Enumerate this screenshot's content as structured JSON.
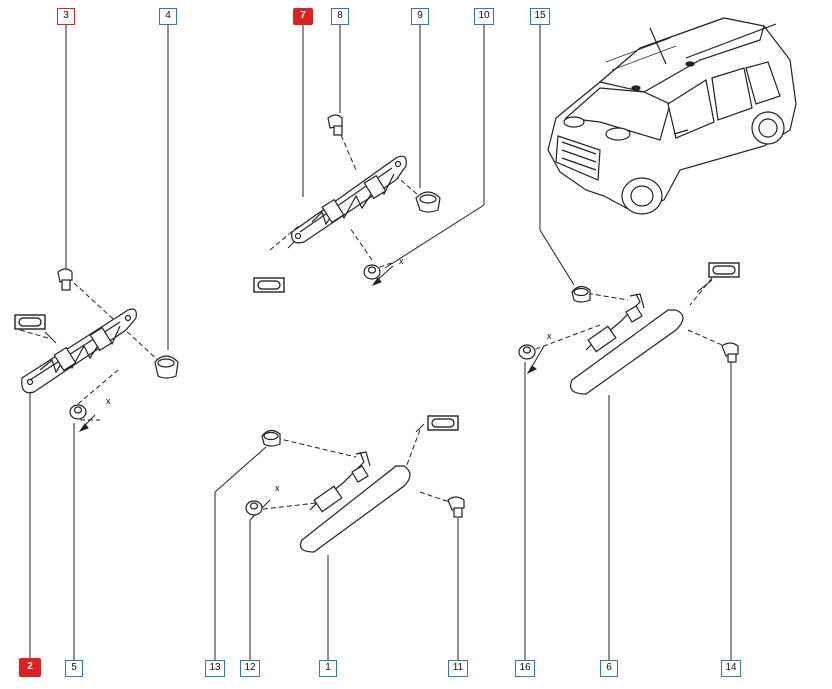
{
  "callouts": [
    {
      "id": "c3",
      "label": "3",
      "style": "red-outline"
    },
    {
      "id": "c4",
      "label": "4",
      "style": "blue"
    },
    {
      "id": "c7",
      "label": "7",
      "style": "red-fill"
    },
    {
      "id": "c8",
      "label": "8",
      "style": "blue"
    },
    {
      "id": "c9",
      "label": "9",
      "style": "blue"
    },
    {
      "id": "c10",
      "label": "10",
      "style": "blue"
    },
    {
      "id": "c15",
      "label": "15",
      "style": "blue"
    },
    {
      "id": "c2",
      "label": "2",
      "style": "red-fill"
    },
    {
      "id": "c5",
      "label": "5",
      "style": "blue"
    },
    {
      "id": "c13",
      "label": "13",
      "style": "blue"
    },
    {
      "id": "c12",
      "label": "12",
      "style": "blue"
    },
    {
      "id": "c1",
      "label": "1",
      "style": "blue"
    },
    {
      "id": "c11",
      "label": "11",
      "style": "blue"
    },
    {
      "id": "c16",
      "label": "16",
      "style": "blue"
    },
    {
      "id": "c6",
      "label": "6",
      "style": "blue"
    },
    {
      "id": "c14",
      "label": "14",
      "style": "blue"
    }
  ],
  "annotations": {
    "x_mark": "x"
  },
  "colors": {
    "callout_border": "#2a7fa8",
    "callout_red": "#e02020",
    "line": "#222222"
  }
}
